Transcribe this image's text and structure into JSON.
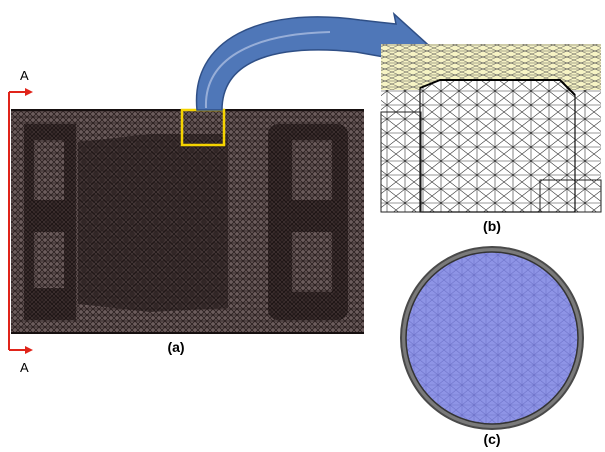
{
  "labels": {
    "panel_a": "(a)",
    "panel_b": "(b)",
    "panel_c": "(c)",
    "section_top": "A",
    "section_bottom": "A"
  },
  "colors": {
    "mesh_dark": "#2a1f1f",
    "mesh_bg": "#6b5c5c",
    "highlight_box": "#f5d400",
    "arrow_fill": "#4f77b8",
    "arrow_stroke": "#2f4f86",
    "section_arrow": "#e0241a",
    "disk_fill": "#8e94e6",
    "disk_rim": "#4a4a4a",
    "zoom_mesh_bg": "#f6f3c4"
  }
}
